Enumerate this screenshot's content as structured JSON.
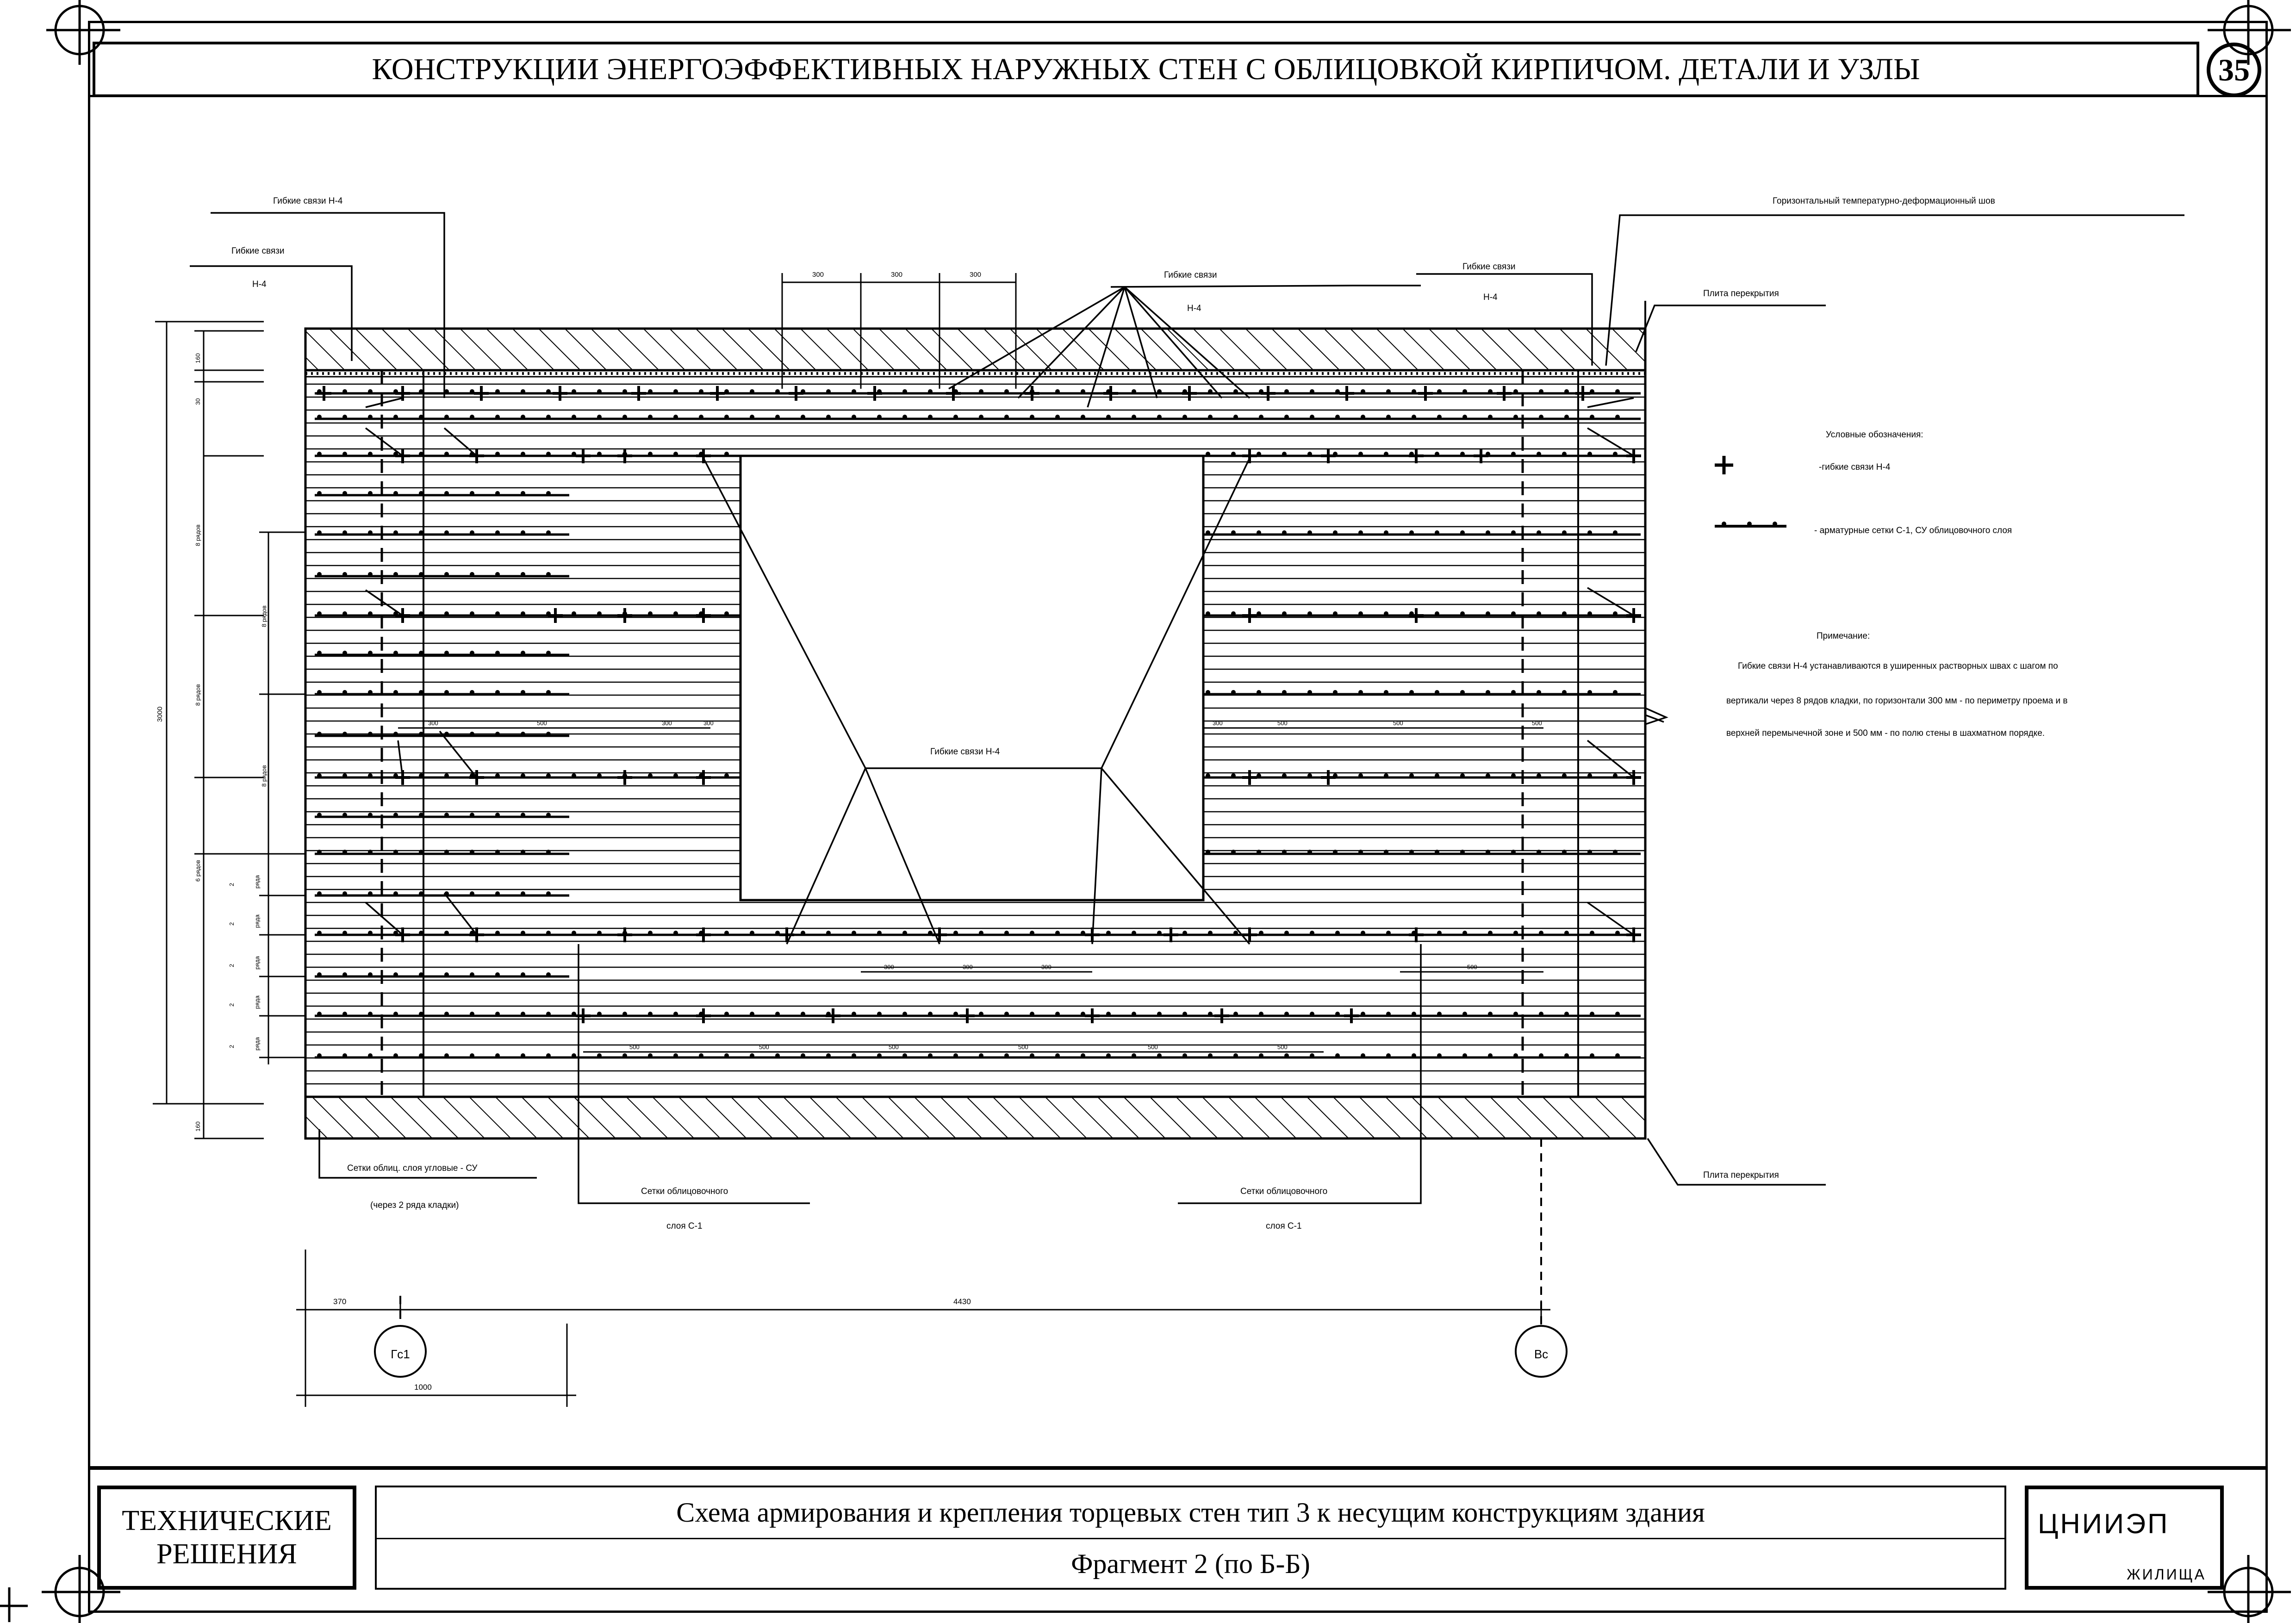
{
  "header": {
    "title": "КОНСТРУКЦИИ ЭНЕРГОЭФФЕКТИВНЫХ НАРУЖНЫХ СТЕН С ОБЛИЦОВКОЙ КИРПИЧОМ. ДЕТАЛИ И УЗЛЫ",
    "sheet_number": "35"
  },
  "drawing": {
    "callouts": {
      "ties_h4_top": "Гибкие связи Н-4",
      "ties_left_1": "Гибкие связи",
      "ties_left_2": "Н-4",
      "ties_mid_1": "Гибкие связи",
      "ties_mid_2": "Н-4",
      "ties_right_1": "Гибкие связи",
      "ties_right_2": "Н-4",
      "horizontal_joint": "Горизонтальный температурно-деформационный шов",
      "slab_top": "Плита перекрытия",
      "slab_bottom": "Плита перекрытия",
      "ties_center": "Гибкие связи Н-4",
      "mesh_corner_1": "Сетки облиц. слоя угловые - СУ",
      "mesh_corner_2": "(через 2 ряда кладки)",
      "mesh_face_left_1": "Сетки облицовочного",
      "mesh_face_left_2": "слоя С-1",
      "mesh_face_right_1": "Сетки облицовочного",
      "mesh_face_right_2": "слоя С-1"
    },
    "legend": {
      "heading": "Условные обозначения:",
      "tie": "-гибкие связи Н-4",
      "mesh": "- арматурные сетки С-1, СУ облицовочного слоя"
    },
    "note": {
      "heading": "Примечание:",
      "line1": "Гибкие связи Н-4 устанавливаются в уширенных растворных швах с шагом по",
      "line2": "вертикали через 8 рядов кладки, по горизонтали 300 мм - по периметру проема и в",
      "line3": "верхней перемычечной зоне и 500 мм - по полю стены в шахматном порядке."
    },
    "dimensions": {
      "top_spacing": [
        "300",
        "300",
        "300"
      ],
      "left_total": "3000",
      "left_slab": "160",
      "left_gap": "30",
      "left_bottom": "160",
      "rows_8": "8 рядов",
      "rows_6": "6 рядов",
      "rows_2": "2",
      "rows_word": "ряда",
      "mid_left": [
        "300",
        "500",
        "300",
        "300"
      ],
      "mid_right": [
        "300",
        "500",
        "500",
        "500"
      ],
      "low_spacing": [
        "300",
        "300",
        "300"
      ],
      "low_right": "500",
      "bottom_spacing": [
        "500",
        "500",
        "500",
        "500",
        "500",
        "500"
      ],
      "axis_offset": "370",
      "axis_span": "4430",
      "bottom_left": "1000"
    },
    "axes": {
      "left": "Гс1",
      "right": "Вс"
    }
  },
  "footer": {
    "stamp_line1": "ТЕХНИЧЕСКИЕ",
    "stamp_line2": "РЕШЕНИЯ",
    "title_line1": "Схема армирования и крепления торцевых стен тип 3 к несущим конструкциям здания",
    "title_line2": "Фрагмент 2 (по Б-Б)",
    "org_line1": "ЦНИИЭП",
    "org_line2": "ЖИЛИЩА"
  }
}
